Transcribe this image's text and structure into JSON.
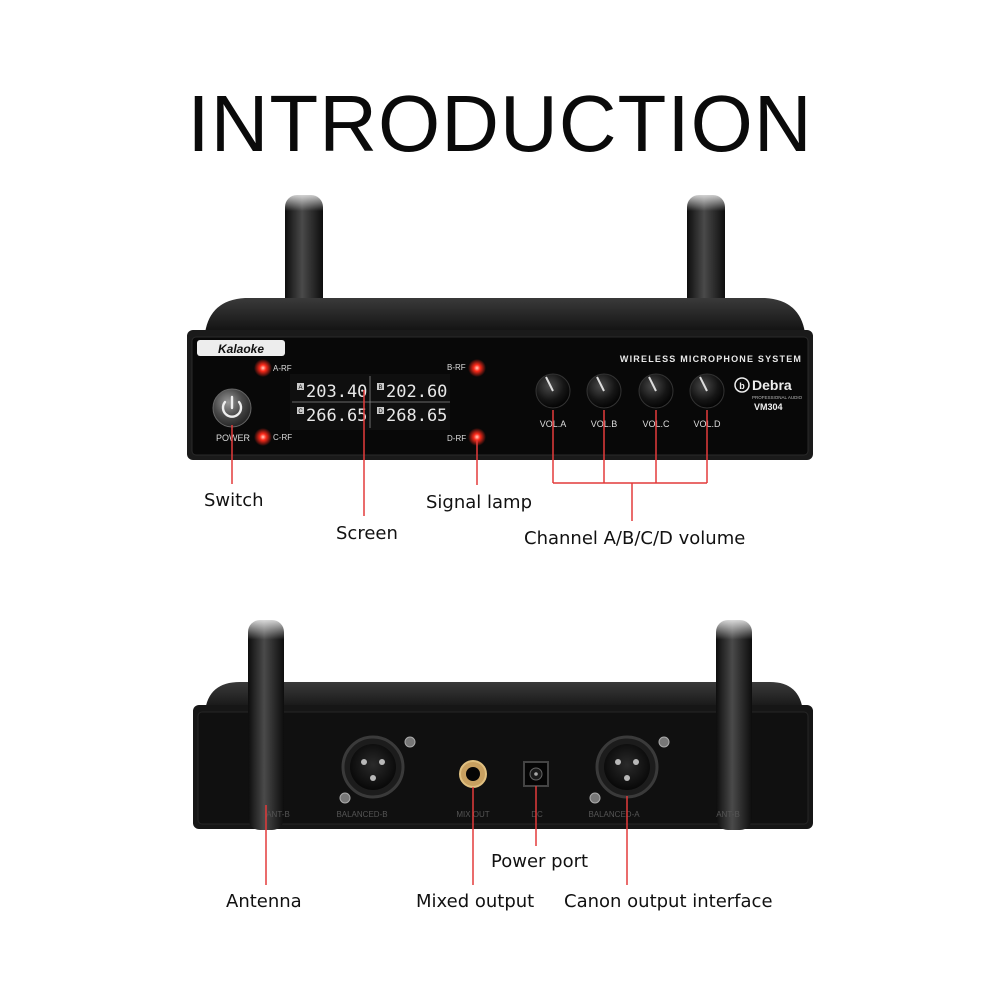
{
  "title": "INTRODUCTION",
  "front_panel": {
    "brand_logo": "Kalaoke",
    "labels": {
      "a_rf": "A-RF",
      "b_rf": "B-RF",
      "c_rf": "C-RF",
      "d_rf": "D-RF",
      "power": "POWER",
      "system": "WIRELESS MICROPHONE SYSTEM",
      "brand": "Debra",
      "brand_sub": "PROFESSIONAL AUDIO",
      "model": "VM304"
    },
    "screen": {
      "a_tag": "A",
      "a_freq": "203.40",
      "b_tag": "B",
      "b_freq": "202.60",
      "c_tag": "C",
      "c_freq": "266.65",
      "d_tag": "D",
      "d_freq": "268.65"
    },
    "knobs": [
      "VOL.A",
      "VOL.B",
      "VOL.C",
      "VOL.D"
    ],
    "led_color": "#ff2a1a"
  },
  "back_panel": {
    "labels": {
      "ant_left": "ANT-B",
      "balanced_b": "BALANCED-B",
      "mix_out": "MIX OUT",
      "dc": "DC",
      "balanced_a": "BALANCED-A",
      "ant_right": "ANT-B"
    }
  },
  "callouts": {
    "switch": "Switch",
    "screen": "Screen",
    "signal_lamp": "Signal lamp",
    "volume": "Channel A/B/C/D volume",
    "antenna": "Antenna",
    "mixed_output": "Mixed output",
    "power_port": "Power port",
    "canon_output": "Canon output interface"
  },
  "colors": {
    "leader_line": "#e23a3a",
    "body": "#161616",
    "panel": "#0c0c0c"
  }
}
